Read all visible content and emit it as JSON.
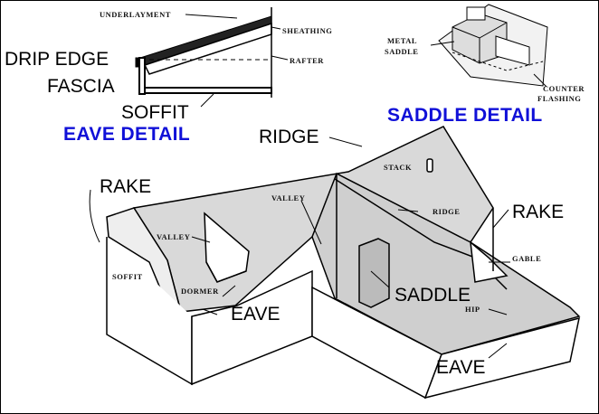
{
  "eave_detail": {
    "title": "EAVE DETAIL",
    "labels": {
      "underlayment": "UNDERLAYMENT",
      "sheathing": "SHEATHING",
      "rafter": "RAFTER",
      "drip_edge": "DRIP EDGE",
      "fascia": "FASCIA",
      "soffit": "SOFFIT"
    }
  },
  "saddle_detail": {
    "title": "SADDLE DETAIL",
    "labels": {
      "metal_saddle_1": "METAL",
      "metal_saddle_2": "SADDLE",
      "counter_flashing_1": "COUNTER",
      "counter_flashing_2": "FLASHING"
    }
  },
  "house": {
    "labels": {
      "ridge": "RIDGE",
      "rake_left": "RAKE",
      "rake_right": "RAKE",
      "stack": "STACK",
      "valley_center": "VALLEY",
      "valley_left": "VALLEY",
      "ridge_small": "RIDGE",
      "gable": "GABLE",
      "soffit": "SOFFIT",
      "dormer": "DORMER",
      "saddle": "SADDLE",
      "hip": "HIP",
      "eave_left": "EAVE",
      "eave_right": "EAVE"
    }
  },
  "colors": {
    "title": "#1010d8",
    "line": "#000000",
    "roof": "#d9d9d9"
  }
}
